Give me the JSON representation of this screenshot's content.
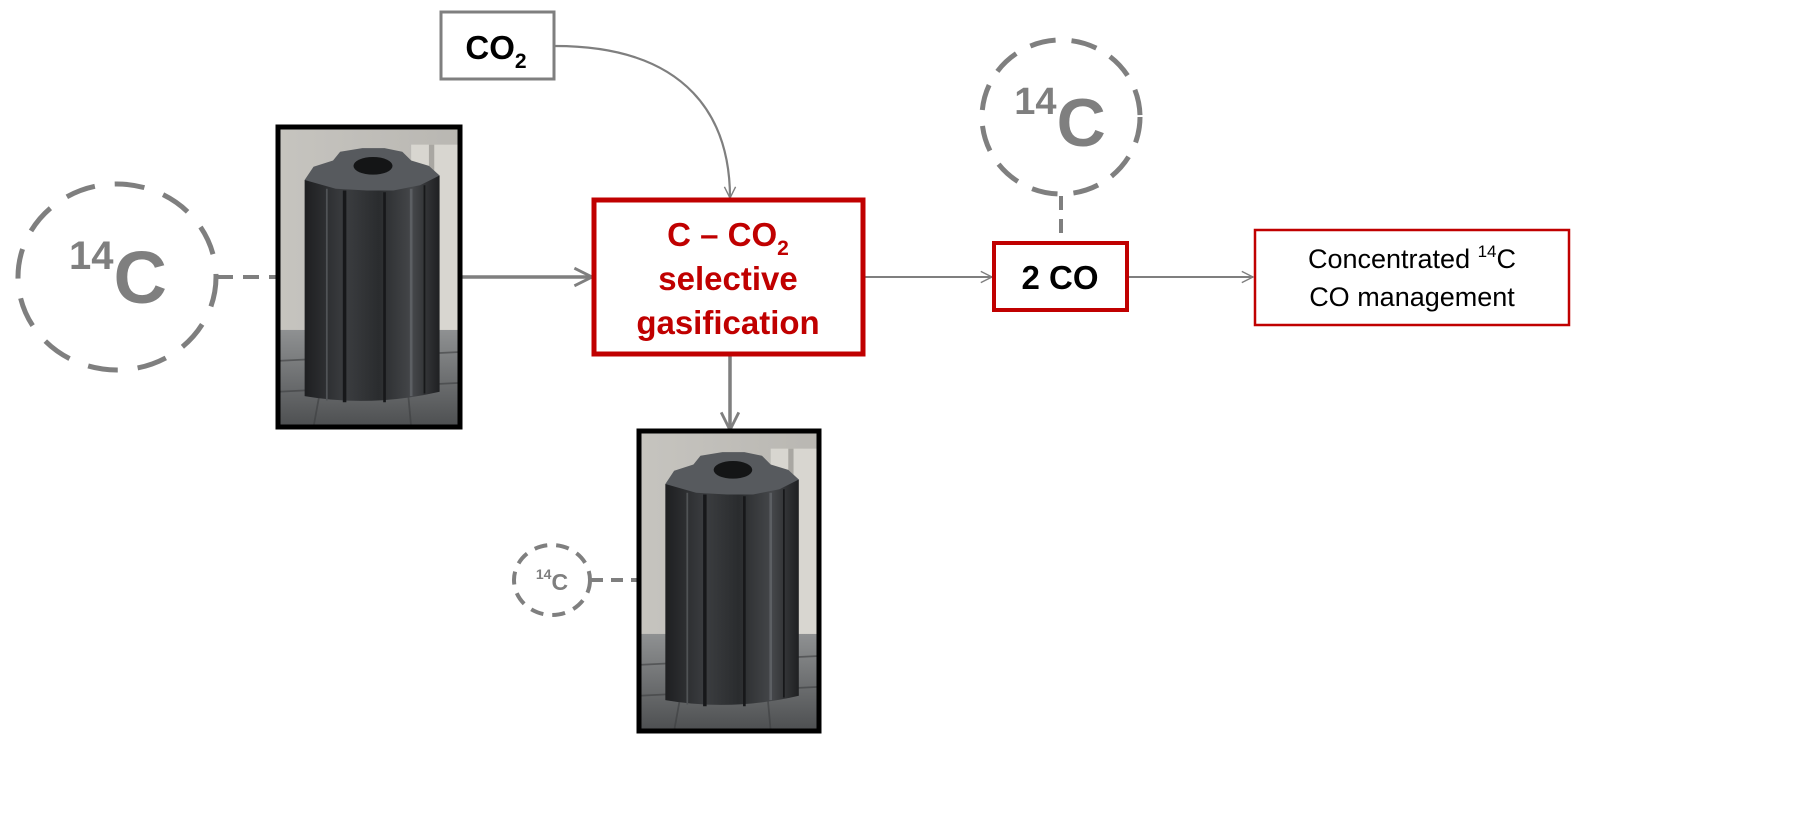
{
  "inputs": {
    "co2": {
      "base": "CO",
      "sub": "2"
    }
  },
  "process": {
    "line1_base": "C – CO",
    "line1_sub": "2",
    "line2": "selective",
    "line3": "gasification"
  },
  "product": {
    "label": "2 CO"
  },
  "output": {
    "line1_text": "Concentrated ",
    "line1_sup": "14",
    "line1_end": "C",
    "line2": "CO management"
  },
  "isotope_markers": [
    {
      "sup": "14",
      "text": "C"
    },
    {
      "sup": "14",
      "text": "C"
    },
    {
      "sup": "14",
      "text": "C"
    }
  ],
  "images": [
    {
      "name": "graphite-sleeve-photo"
    },
    {
      "name": "graphite-sleeve-photo"
    }
  ],
  "colors": {
    "accent_red": "#c00000",
    "gray": "#7f7f7f",
    "black": "#000000",
    "graphite_dark": "#2e3032",
    "floor": "#6d6f70",
    "wall": "#c9c7c2"
  }
}
